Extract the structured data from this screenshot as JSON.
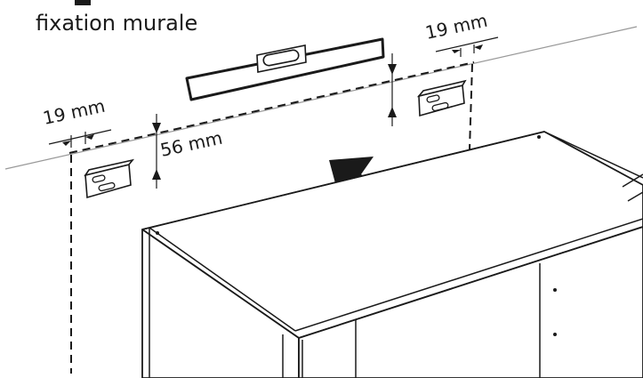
{
  "header": {
    "subtitle": "fixation murale"
  },
  "dimensions": {
    "top_right": "19 mm",
    "top_left": "19 mm",
    "height_offset": "56 mm"
  },
  "colors": {
    "ink": "#1a1a1a",
    "wall_line": "#999999",
    "background": "#ffffff"
  },
  "icons": {
    "level": "spirit-level-icon",
    "bracket": "wall-bracket-icon",
    "arrow": "direction-arrow-icon",
    "cabinet": "cabinet-icon"
  }
}
